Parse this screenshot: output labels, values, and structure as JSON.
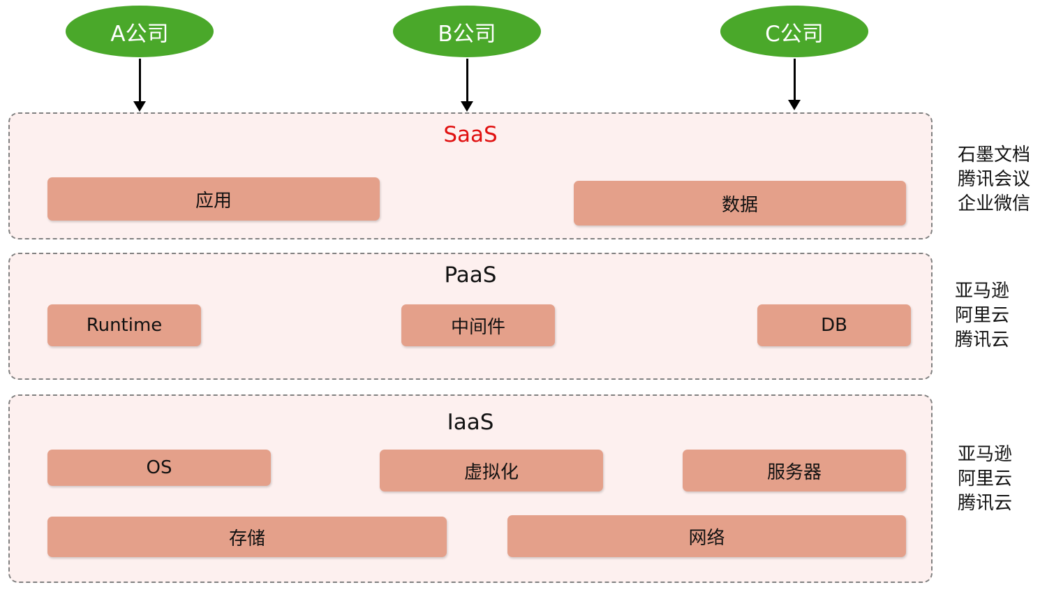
{
  "companies": [
    "A公司",
    "B公司",
    "C公司"
  ],
  "layers": {
    "saas": {
      "title": "SaaS",
      "boxes": [
        "应用",
        "数据"
      ],
      "providers": [
        "石墨文档",
        "腾讯会议",
        "企业微信"
      ]
    },
    "paas": {
      "title": "PaaS",
      "boxes": [
        "Runtime",
        "中间件",
        "DB"
      ],
      "providers": [
        "亚马逊",
        "阿里云",
        "腾讯云"
      ]
    },
    "iaas": {
      "title": "IaaS",
      "boxes": [
        "OS",
        "虚拟化",
        "服务器",
        "存储",
        "网络"
      ],
      "providers": [
        "亚马逊",
        "阿里云",
        "腾讯云"
      ]
    }
  },
  "colors": {
    "company": "#4aa82a",
    "box": "#e4a08a",
    "layer_bg": "#fdf0ef",
    "saas_title": "#e01010"
  }
}
